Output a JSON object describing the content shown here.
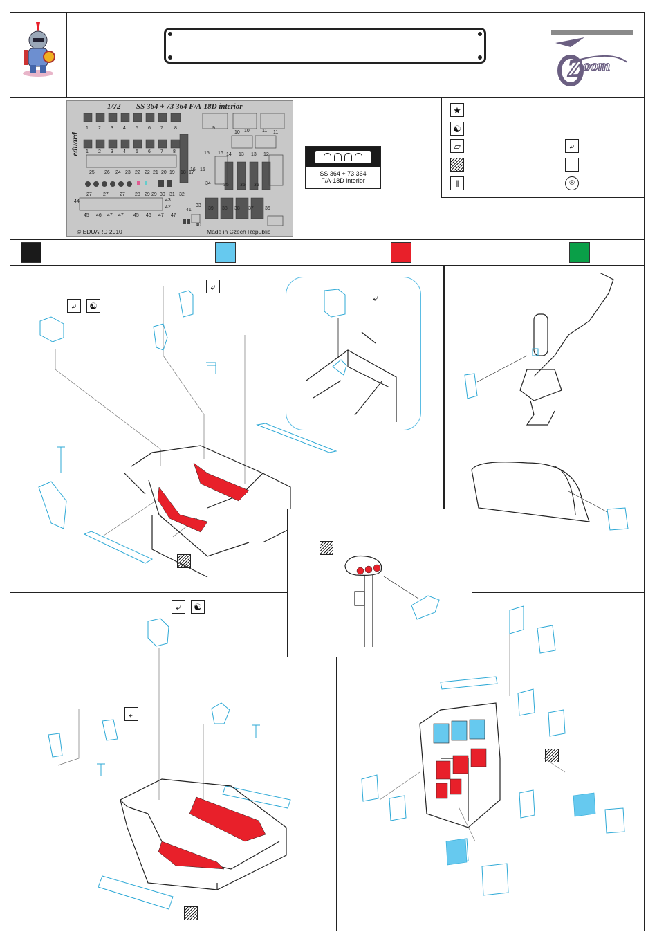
{
  "fret": {
    "scale": "1/72",
    "title": "SS 364 + 73 364  F/A-18D interior",
    "brand": "eduard",
    "copyright": "© EDUARD 2010",
    "made_in": "Made in Czech Republic",
    "row1_numbers": [
      "1",
      "2",
      "3",
      "4",
      "5",
      "6",
      "7",
      "8",
      "9"
    ],
    "row1b_numbers": [
      "10",
      "10",
      "11",
      "11"
    ],
    "row2_numbers": [
      "1",
      "2",
      "3",
      "4",
      "5",
      "6",
      "7",
      "8"
    ],
    "row2b_numbers": [
      "15",
      "16",
      "14",
      "13",
      "13",
      "12"
    ],
    "row3_numbers": [
      "25",
      "26",
      "24",
      "23",
      "22",
      "22",
      "21",
      "20",
      "19",
      "18",
      "17"
    ],
    "row4_numbers": [
      "27",
      "27",
      "27",
      "28",
      "29",
      "29",
      "30",
      "31",
      "32"
    ],
    "row4b_numbers": [
      "34",
      "35",
      "35",
      "35"
    ],
    "row5_numbers": [
      "44",
      "43",
      "42",
      "41",
      "33"
    ],
    "row6_numbers": [
      "45",
      "46",
      "47",
      "47",
      "45",
      "46",
      "47",
      "47"
    ],
    "row6b_numbers": [
      "39",
      "38",
      "38",
      "37",
      "36"
    ],
    "misc_numbers": [
      "15",
      "16",
      "40"
    ]
  },
  "set_label": {
    "line1": "SS 364 + 73 364",
    "line2": "F/A-18D interior"
  },
  "colors": {
    "black": "#1a1a1a",
    "blue": "#66c9ef",
    "red": "#e8202a",
    "green": "#0a9f48",
    "part_outline": "#2ea9d6"
  },
  "legend_icons": [
    "star-icon",
    "yin-yang-icon",
    "flag-icon",
    "fold-icon",
    "hatched-icon",
    "empty-box-icon",
    "drill-icon",
    "remove-icon"
  ],
  "panel_icons": [
    "fold-icon",
    "yin-yang-icon",
    "hatched-icon"
  ]
}
